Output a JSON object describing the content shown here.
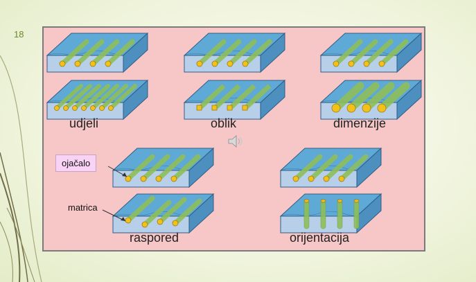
{
  "slide": {
    "number": "18"
  },
  "figure": {
    "captions": {
      "udjeli": "udjeli",
      "oblik": "oblik",
      "dimenzije": "dimenzije",
      "raspored": "raspored",
      "orijentacija": "orijentacija"
    },
    "callouts": {
      "ojacalo": "ojačalo",
      "matrica": "matrica"
    }
  },
  "colors": {
    "figure_background": "#f7c7c8",
    "block_top": "#5fa9d6",
    "block_front": "#b7cfe9",
    "fiber": "#8fbf5a",
    "fiber_end": "#f2c21a",
    "accent_text": "#6b8a2a"
  },
  "icons": {
    "speaker": "speaker-icon"
  }
}
